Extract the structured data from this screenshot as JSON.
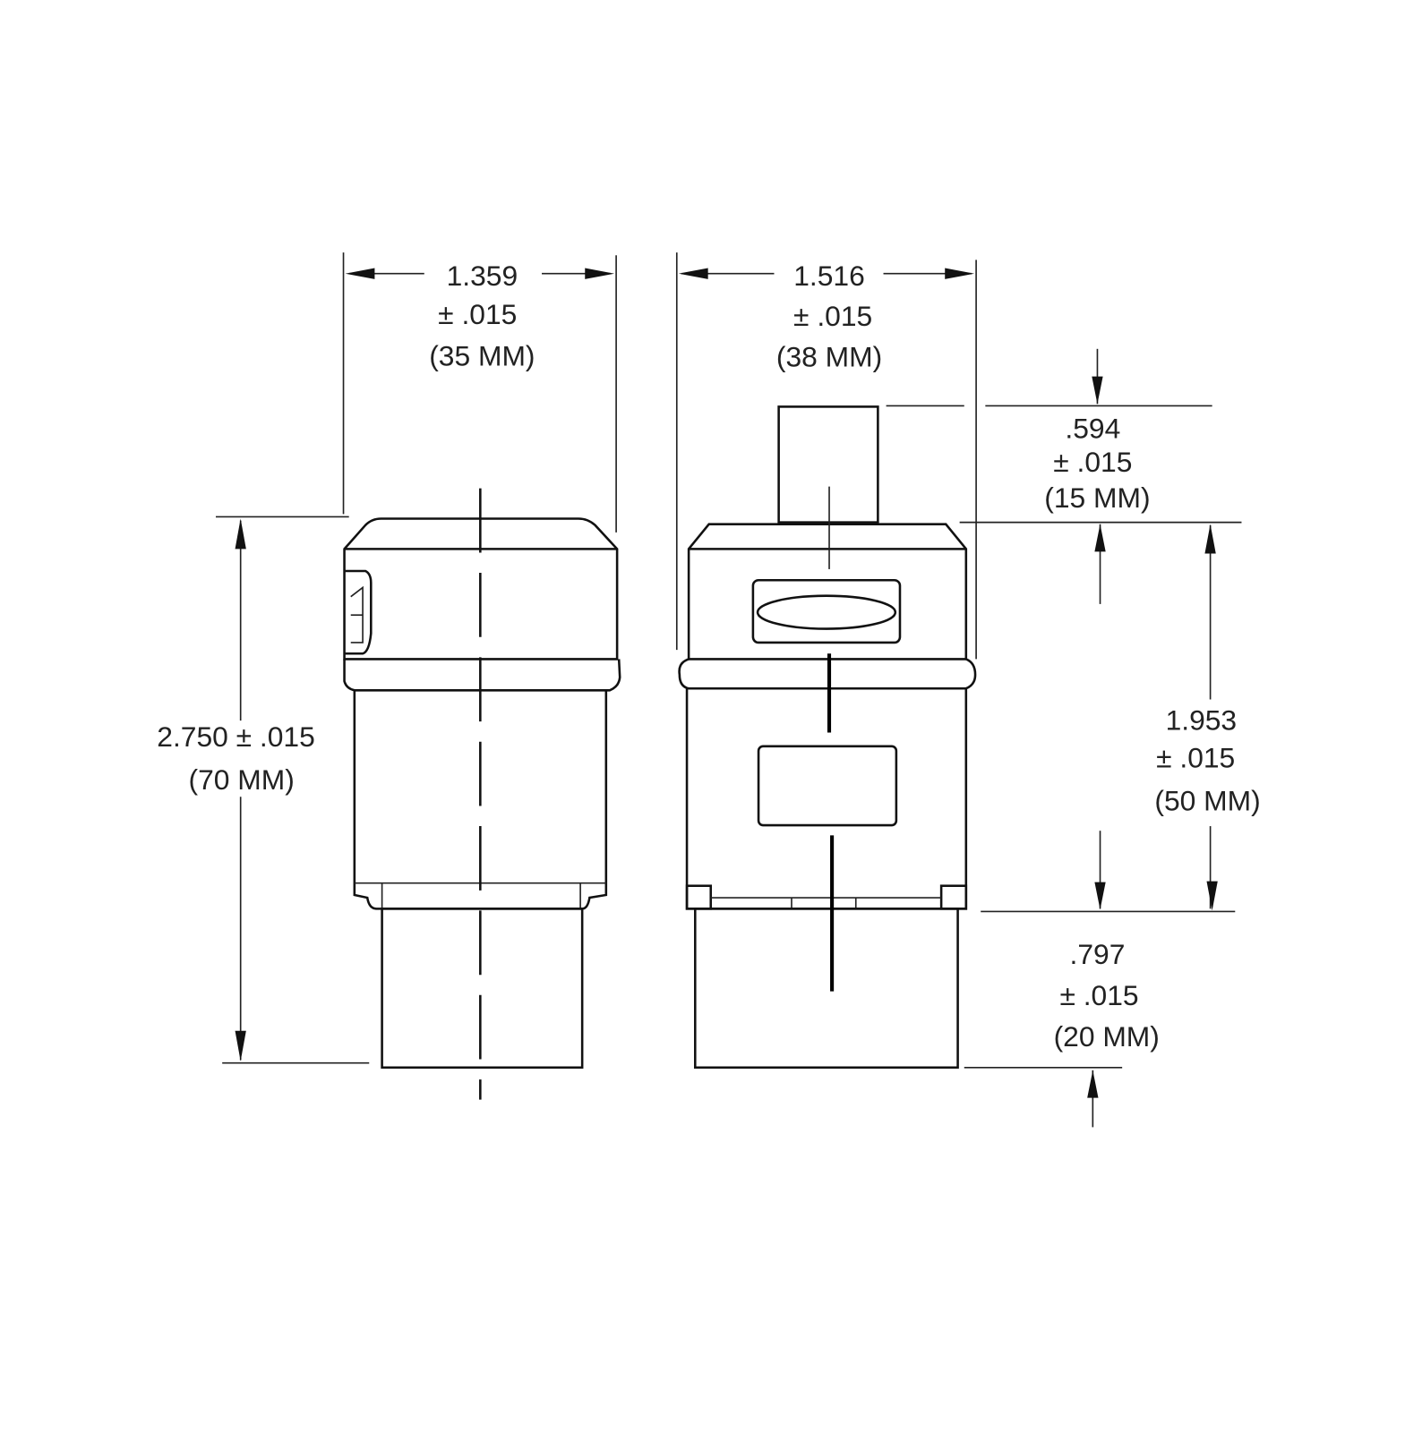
{
  "dimensions": {
    "left_width": {
      "value": "1.359",
      "tolerance": "± .015",
      "metric": "(35 MM)"
    },
    "right_width": {
      "value": "1.516",
      "tolerance": "± .015",
      "metric": "(38 MM)"
    },
    "overall_height": {
      "value": "2.750 ± .015",
      "metric": "(70 MM)"
    },
    "top_stub": {
      "value": ".594",
      "tolerance": "± .015",
      "metric": "(15 MM)"
    },
    "body_height": {
      "value": "1.953",
      "tolerance": "± .015",
      "metric": "(50 MM)"
    },
    "bottom_stub": {
      "value": ".797",
      "tolerance": "± .015",
      "metric": "(20 MM)"
    }
  }
}
